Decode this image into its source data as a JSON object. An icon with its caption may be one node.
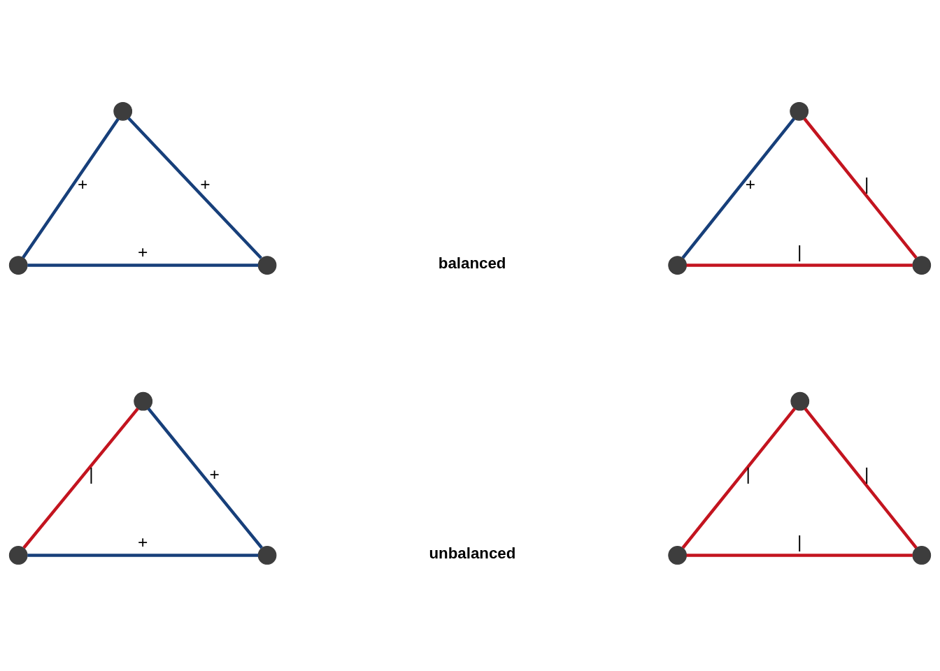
{
  "diagram": {
    "nodes": [
      {
        "text": [],
        "shape": "circle"
      },
      {
        "text": [],
        "shape": "circle"
      },
      {
        "text": [],
        "shape": "circle"
      },
      {
        "text": [],
        "shape": "circle"
      },
      {
        "text": [],
        "shape": "circle"
      },
      {
        "text": [],
        "shape": "circle"
      },
      {
        "text": [],
        "shape": "circle"
      },
      {
        "text": [],
        "shape": "circle"
      },
      {
        "text": [],
        "shape": "circle"
      },
      {
        "text": [],
        "shape": "circle"
      },
      {
        "text": [],
        "shape": "circle"
      },
      {
        "text": [],
        "shape": "circle"
      }
    ],
    "edges": [
      {
        "from": 0,
        "to": 1,
        "arrow": "none",
        "label": "+",
        "color": "#173f7a"
      },
      {
        "from": 0,
        "to": 2,
        "arrow": "none",
        "label": "+",
        "color": "#173f7a"
      },
      {
        "from": 1,
        "to": 2,
        "arrow": "none",
        "label": "+",
        "color": "#173f7a"
      },
      {
        "from": 3,
        "to": 4,
        "arrow": "none",
        "label": "+",
        "color": "#173f7a"
      },
      {
        "from": 3,
        "to": 5,
        "arrow": "none",
        "label": "|",
        "color": "#c3141f"
      },
      {
        "from": 4,
        "to": 5,
        "arrow": "none",
        "label": "|",
        "color": "#c3141f"
      },
      {
        "from": 6,
        "to": 7,
        "arrow": "none",
        "label": "|",
        "color": "#c3141f"
      },
      {
        "from": 6,
        "to": 8,
        "arrow": "none",
        "label": "+",
        "color": "#173f7a"
      },
      {
        "from": 7,
        "to": 8,
        "arrow": "none",
        "label": "+",
        "color": "#173f7a"
      },
      {
        "from": 9,
        "to": 10,
        "arrow": "none",
        "label": "|",
        "color": "#c3141f"
      },
      {
        "from": 9,
        "to": 11,
        "arrow": "none",
        "label": "|",
        "color": "#c3141f"
      },
      {
        "from": 10,
        "to": 11,
        "arrow": "none",
        "label": "|",
        "color": "#c3141f"
      }
    ],
    "labels": [
      "balanced",
      "unbalanced"
    ]
  }
}
